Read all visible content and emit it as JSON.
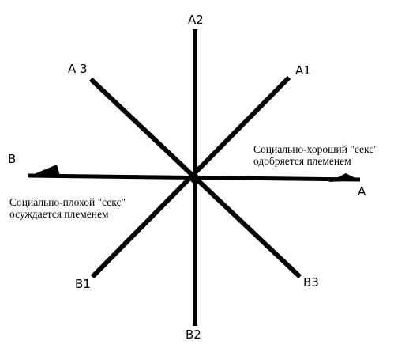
{
  "axes": {
    "a": "A",
    "b": "B",
    "a1": "A1",
    "a2": "A2",
    "a3": "A 3",
    "b1": "B1",
    "b2": "B2",
    "b3": "B3"
  },
  "descriptions": {
    "good": {
      "line1": "Социально-хороший \"секс\"",
      "line2": "одобряется племенем"
    },
    "bad": {
      "line1": "Социально-плохой \"секс\"",
      "line2": "осуждается племенем"
    }
  }
}
